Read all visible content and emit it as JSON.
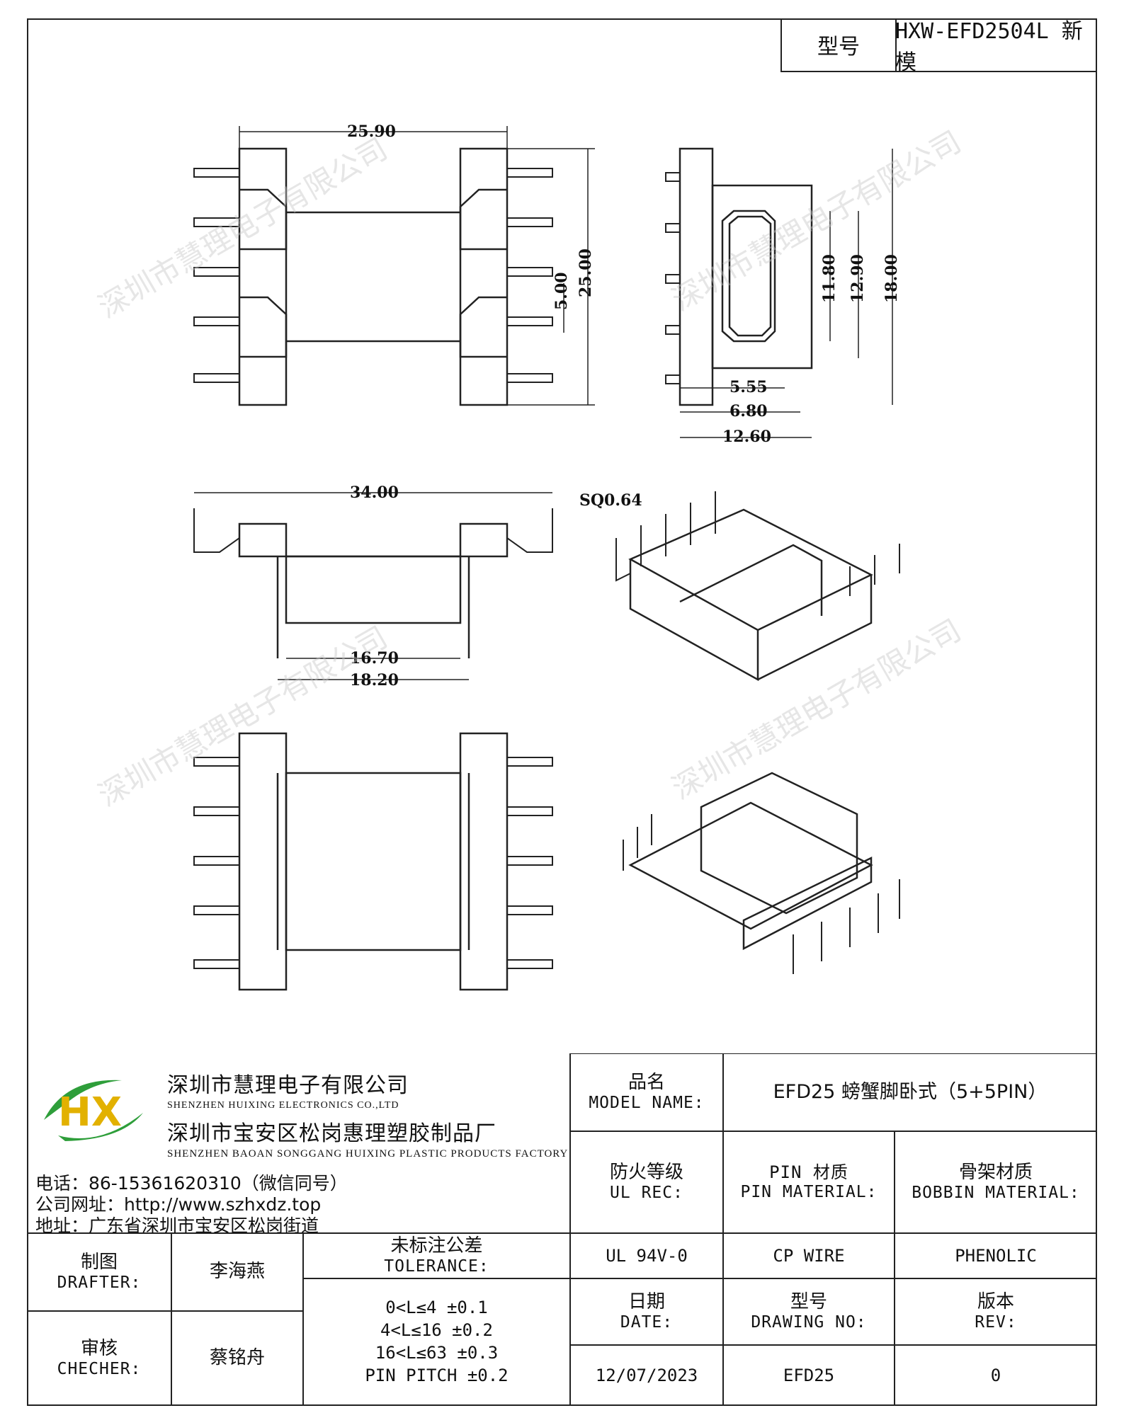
{
  "header": {
    "model_label": "型号",
    "model_value": "HXW-EFD2504L 新模"
  },
  "dimensions": {
    "top_width": "25.90",
    "height_total": "25.00",
    "pin_pitch_gap": "5.00",
    "side_h1": "11.80",
    "side_h2": "12.90",
    "side_h3": "18.00",
    "side_w1": "5.55",
    "side_w2": "6.80",
    "side_w3": "12.60",
    "front_width": "34.00",
    "pin_sq": "SQ0.64",
    "inner_w1": "16.70",
    "inner_w2": "18.20"
  },
  "watermark": "深圳市慧理电子有限公司",
  "company": {
    "logo_text": "HX",
    "name_cn": "深圳市慧理电子有限公司",
    "name_en": "SHENZHEN HUIXING ELECTRONICS CO.,LTD",
    "factory_cn": "深圳市宝安区松岗惠理塑胶制品厂",
    "factory_en": "SHENZHEN BAOAN SONGGANG HUIXING PLASTIC PRODUCTS FACTORY",
    "phone": "电话：86-15361620310（微信同号）",
    "website": "公司网址：http://www.szhxdz.top",
    "address": "地址：广东省深圳市宝安区松岗街道"
  },
  "title_block": {
    "model_name_cn": "品名",
    "model_name_en": "MODEL NAME:",
    "model_name_value": "EFD25 螃蟹脚卧式（5+5PIN）",
    "fire_cn": "防火等级",
    "fire_en": "UL REC:",
    "pin_mat_cn": "PIN 材质",
    "pin_mat_en": "PIN MATERIAL:",
    "bobbin_cn": "骨架材质",
    "bobbin_en": "BOBBIN MATERIAL:",
    "fire_value": "UL 94V-0",
    "pin_value": "CP WIRE",
    "bobbin_value": "PHENOLIC",
    "drafter_cn": "制图",
    "drafter_en": "DRAFTER:",
    "drafter_name": "李海燕",
    "checker_cn": "审核",
    "checker_en": "CHECHER:",
    "checker_name": "蔡铭舟",
    "tol_cn": "未标注公差",
    "tol_en": "TOLERANCE:",
    "tol_lines": [
      "0<L≤4  ±0.1",
      "4<L≤16 ±0.2",
      "16<L≤63 ±0.3",
      "PIN PITCH ±0.2"
    ],
    "date_cn": "日期",
    "date_en": "DATE:",
    "date_value": "12/07/2023",
    "drawing_cn": "型号",
    "drawing_en": "DRAWING NO:",
    "drawing_value": "EFD25",
    "rev_cn": "版本",
    "rev_en": "REV:",
    "rev_value": "0"
  }
}
